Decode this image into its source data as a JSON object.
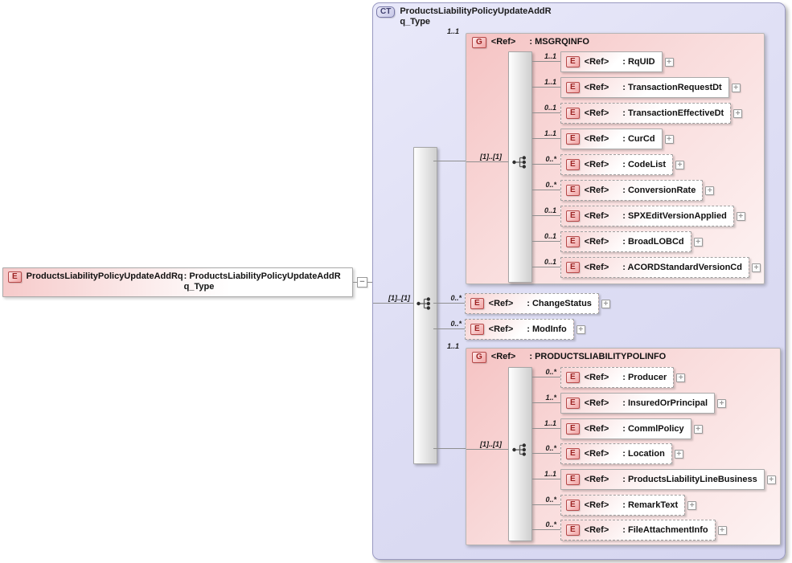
{
  "colors": {
    "container-fill-1": "#e9e9fa",
    "container-fill-2": "#d5d5f0",
    "container-border": "#9a9ac2",
    "group-fill-1": "#f5c3c3",
    "group-fill-2": "#fdf2f2",
    "group-border": "#b5b5b5",
    "elem-fill-1": "#f7d3d3",
    "elem-fill-2": "#ffffff",
    "elem-border": "#a9a9a9",
    "badge-fill-1": "#fdeaea",
    "badge-fill-2": "#f1a3a3",
    "badge-border": "#b64949",
    "badge-text": "#9c2121",
    "ct-badge-fill-1": "#e9e9f9",
    "ct-badge-fill-2": "#c7c7e7",
    "ct-badge-border": "#7878a8",
    "ct-badge-text": "#3f3f6f",
    "line": "#8f8f8f",
    "bar-border": "#a5a5a5",
    "text": "#111111",
    "cardinality": "#1a1a1a"
  },
  "labels": {
    "ref": "<Ref>",
    "element_badge": "E",
    "group_badge": "G",
    "expand": "+",
    "collapse": "−"
  },
  "root_element": {
    "name": "ProductsLiabilityPolicyUpdateAddRq",
    "type": ": ProductsLiabilityPolicyUpdateAddRq_Type"
  },
  "complex_type": {
    "badge": "CT",
    "name": "ProductsLiabilityPolicyUpdateAddRq_Type",
    "sequence_cardinality": "[1]..[1]",
    "msgrqinfo": {
      "cardinality": "1..1",
      "label": ": MSGRQINFO",
      "sequence_cardinality": "[1]..[1]",
      "items": [
        {
          "cardinality": "1..1",
          "label": ": RqUID"
        },
        {
          "cardinality": "1..1",
          "label": ": TransactionRequestDt"
        },
        {
          "cardinality": "0..1",
          "label": ": TransactionEffectiveDt"
        },
        {
          "cardinality": "1..1",
          "label": ": CurCd"
        },
        {
          "cardinality": "0..*",
          "label": ": CodeList"
        },
        {
          "cardinality": "0..*",
          "label": ": ConversionRate"
        },
        {
          "cardinality": "0..1",
          "label": ": SPXEditVersionApplied"
        },
        {
          "cardinality": "0..1",
          "label": ": BroadLOBCd"
        },
        {
          "cardinality": "0..1",
          "label": ": ACORDStandardVersionCd"
        }
      ]
    },
    "change_status": {
      "cardinality": "0..*",
      "label": ": ChangeStatus"
    },
    "mod_info": {
      "cardinality": "0..*",
      "label": ": ModInfo"
    },
    "polinfo": {
      "cardinality": "1..1",
      "label": ": PRODUCTSLIABILITYPOLINFO",
      "sequence_cardinality": "[1]..[1]",
      "items": [
        {
          "cardinality": "0..*",
          "label": ": Producer"
        },
        {
          "cardinality": "1..*",
          "label": ": InsuredOrPrincipal"
        },
        {
          "cardinality": "1..1",
          "label": ": CommlPolicy"
        },
        {
          "cardinality": "0..*",
          "label": ": Location"
        },
        {
          "cardinality": "1..1",
          "label": ": ProductsLiabilityLineBusiness"
        },
        {
          "cardinality": "0..*",
          "label": ": RemarkText"
        },
        {
          "cardinality": "0..*",
          "label": ": FileAttachmentInfo"
        }
      ]
    }
  }
}
